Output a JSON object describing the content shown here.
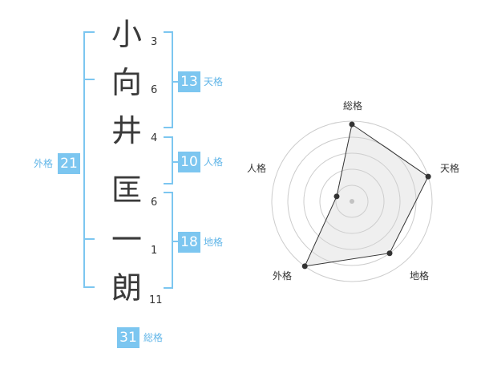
{
  "name": {
    "characters": [
      {
        "char": "小",
        "strokes": "3"
      },
      {
        "char": "向",
        "strokes": "6"
      },
      {
        "char": "井",
        "strokes": "4"
      },
      {
        "char": "匡",
        "strokes": "6"
      },
      {
        "char": "一",
        "strokes": "1"
      },
      {
        "char": "朗",
        "strokes": "11"
      }
    ]
  },
  "kakusu": {
    "tenkaku": {
      "value": "13",
      "label": "天格"
    },
    "jinkaku": {
      "value": "10",
      "label": "人格"
    },
    "chikaku": {
      "value": "18",
      "label": "地格"
    },
    "gaikaku": {
      "value": "21",
      "label": "外格"
    },
    "soukaku": {
      "value": "31",
      "label": "総格"
    }
  },
  "colors": {
    "accent": "#7cc6f0",
    "accent_text": "#62b6e8",
    "text": "#333333"
  },
  "chart_data": {
    "type": "radar",
    "axes": [
      "総格",
      "天格",
      "地格",
      "外格",
      "人格"
    ],
    "values": [
      4.8,
      5.0,
      4.0,
      5.0,
      1.0
    ],
    "rmax": 5,
    "rings": 5
  }
}
